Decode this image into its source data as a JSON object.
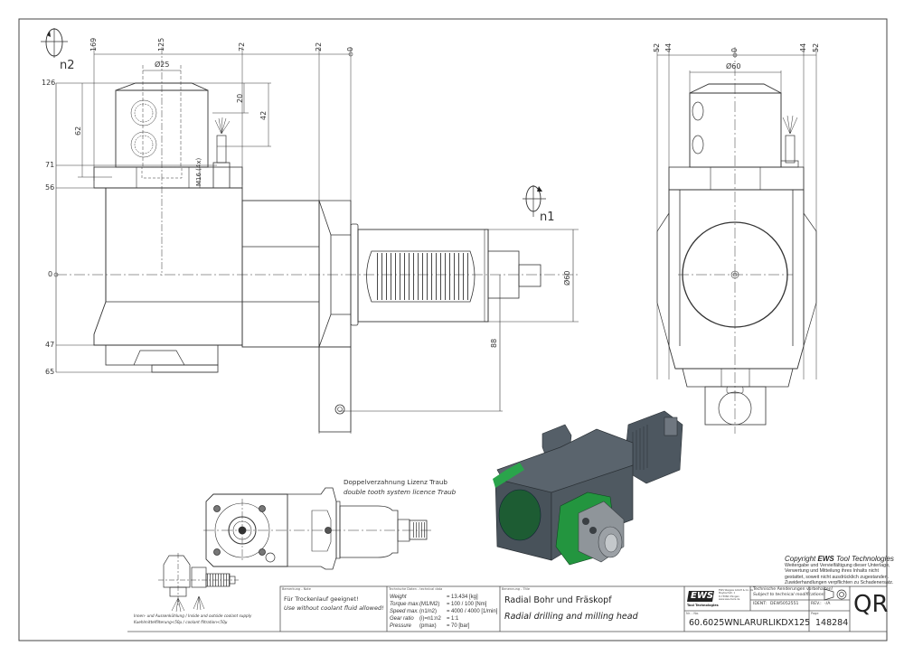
{
  "drawing": {
    "rotation_labels": {
      "n2": "n2",
      "n1": "n1"
    },
    "side_view_top_dims": [
      "169",
      "125",
      "72",
      "22",
      "0"
    ],
    "side_view_left_dims": [
      "126",
      "71",
      "56",
      "0",
      "47",
      "65"
    ],
    "side_view_dims": {
      "d25": "Ø25",
      "h20": "20",
      "h42": "42",
      "h62": "62",
      "thread": "M16 (4x)",
      "d60": "Ø60",
      "h88": "88"
    },
    "front_view_top_dims": [
      "52",
      "44",
      "0",
      "44",
      "52"
    ],
    "front_view_dims": {
      "d60": "Ø60"
    },
    "detail_note": {
      "line_de": "Doppelverzahnung Lizenz Traub",
      "line_en": "double tooth system licence Traub"
    },
    "coolant_note": {
      "line1": "Innen- und Aussenkühlung / Inside and outside coolant supply",
      "line2": "Kuehlmittelfilterung<50µ / coolant filtration<50µ"
    }
  },
  "copyright": {
    "prefix": "Copyright",
    "brand": "EWS",
    "suffix": "Tool Technologies",
    "lines": [
      "Weitergabe und Vervielfältigung dieser Unterlage,",
      "Verwertung und Mitteilung ihres Inhalts nicht",
      "gestattet, soweit nicht ausdrücklich zugestanden.",
      "Zuwiderhandlungen verpflichten zu Schadenersatz."
    ]
  },
  "title_block": {
    "remark": {
      "label": "Bemerkung - Note",
      "line_de": "Für Trockenlauf geeignet!",
      "line_en": "Use without coolant fluid allowed!"
    },
    "technical": {
      "label": "Technische Daten - technical data",
      "rows": [
        {
          "name": "Weight",
          "param": "",
          "value": "13.434 [kg]"
        },
        {
          "name": "Torque max.",
          "param": "(M1/M2)",
          "value": "100 / 100 [Nm]"
        },
        {
          "name": "Speed max.",
          "param": "(n1/n2)",
          "value": "4000 / 4000 [1/min]"
        },
        {
          "name": "Gear ratio",
          "param": "(i)=n1:n2",
          "value": "1:1"
        },
        {
          "name": "Pressure",
          "param": "(pmax)",
          "value": "70 [bar]"
        }
      ]
    },
    "designation": {
      "label": "Benennung - Title",
      "line_de": "Radial Bohr und Fräskopf",
      "line_en": "Radial drilling and milling head"
    },
    "company": {
      "logo": "EWS",
      "logo_sub": "Tool Technologies",
      "address": [
        "EWS Weigele GmbH & Co. KG",
        "Maybachstr. 1",
        "D-73066 Uhingen",
        "www.ews-tools.de"
      ]
    },
    "changes": {
      "line_de": "Technische Aenderungen vorbehalten!",
      "line_en": "Subject to technical modifications!"
    },
    "ident": {
      "label": "IDENT:",
      "value": "DEW5052551"
    },
    "rev": {
      "label": "REV.:",
      "value": "-/A"
    },
    "number": {
      "label": "Nr. - No.",
      "value": "60.6025WNLARURLIKDX125"
    },
    "page": {
      "label": "Page",
      "value": "148284"
    },
    "qr": "QR"
  },
  "colors": {
    "line": "#333333",
    "body_dark": "#4a545c",
    "accent_green": "#1e8a3a",
    "steel": "#8f959a"
  }
}
